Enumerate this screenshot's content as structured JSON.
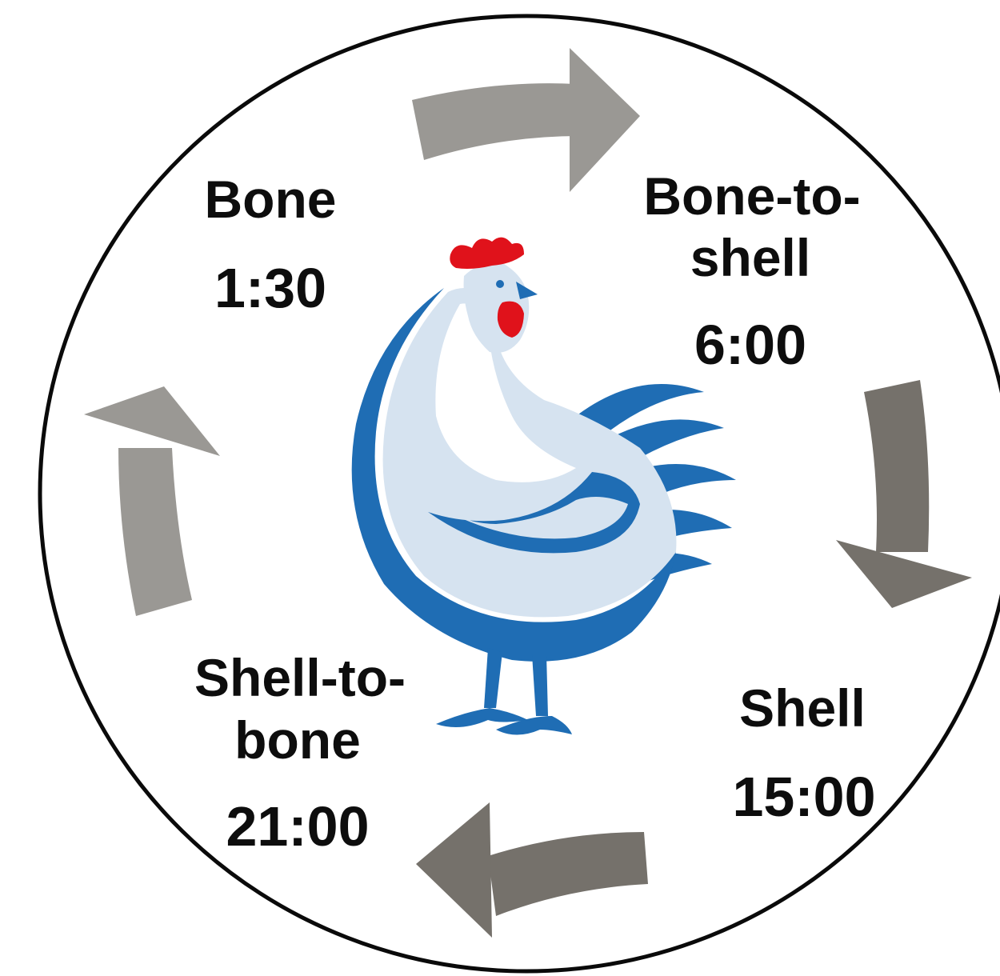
{
  "phases": {
    "bone": {
      "name": "Bone",
      "time": "1:30"
    },
    "bone_to_shell": {
      "name_line1": "Bone-to-",
      "name_line2": "shell",
      "time": "6:00"
    },
    "shell": {
      "name": "Shell",
      "time": "15:00"
    },
    "shell_to_bone": {
      "name_line1": "Shell-to-",
      "name_line2": "bone",
      "time": "21:00"
    }
  },
  "colors": {
    "ring": "#0a0a0a",
    "arrow_light": "#9a9894",
    "arrow_dark": "#75716b",
    "hen_dark_blue": "#1f6db4",
    "hen_light_blue": "#d6e3f0",
    "comb_red": "#e0121b"
  },
  "icons": {
    "center_figure": "hen-icon",
    "cycle_arrows": "curved-arrow-icon"
  }
}
